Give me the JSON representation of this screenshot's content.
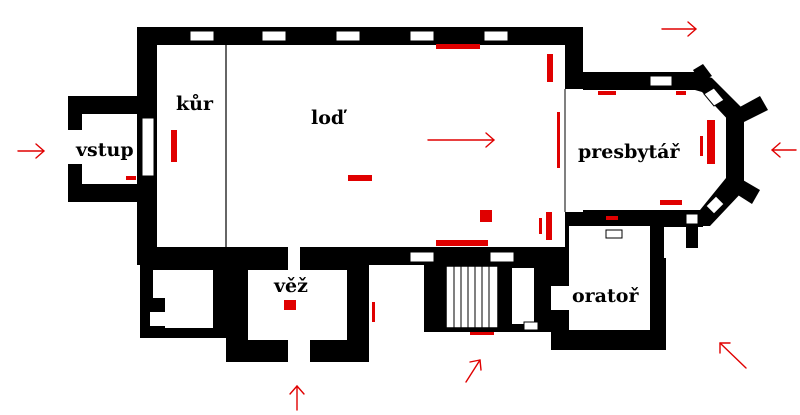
{
  "colors": {
    "wall": "#000000",
    "accent": "#e00000",
    "background": "#ffffff"
  },
  "rooms": {
    "vstup": "vstup",
    "kur": "kůr",
    "lod": "loď",
    "presbytar": "presbytář",
    "vez": "věž",
    "orator": "oratoř"
  }
}
